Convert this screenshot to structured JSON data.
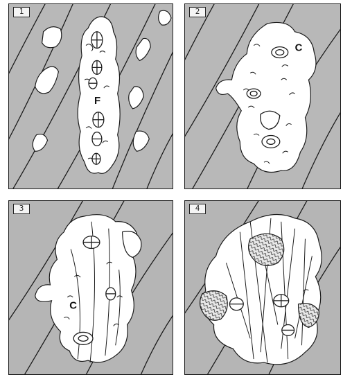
{
  "panels": [
    {
      "number": "1",
      "labels": [
        "F"
      ]
    },
    {
      "number": "2",
      "labels": [
        "C"
      ]
    },
    {
      "number": "3",
      "labels": [
        "C"
      ]
    },
    {
      "number": "4",
      "labels": []
    }
  ],
  "colors": {
    "background": "#b7b7b7",
    "stroke": "#1a1a1a",
    "cloud": "#ffffff",
    "hatch": "#555555"
  }
}
